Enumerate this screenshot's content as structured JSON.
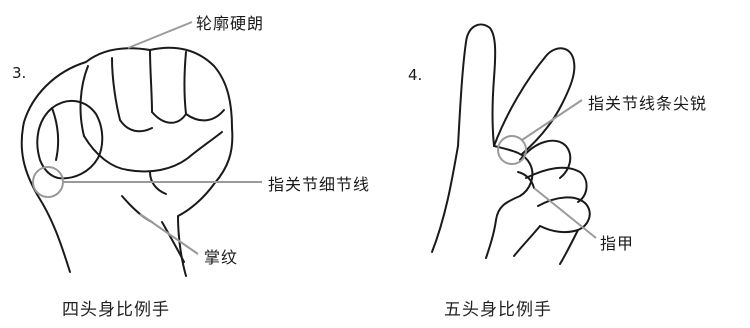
{
  "figures": [
    {
      "number": "3.",
      "caption": "四头身比例手",
      "callouts": [
        "轮廓硬朗",
        "指关节细节线",
        "掌纹"
      ]
    },
    {
      "number": "4.",
      "caption": "五头身比例手",
      "callouts": [
        "指关节线条尖锐",
        "指甲"
      ]
    }
  ],
  "colors": {
    "outline": "#1a1a1a",
    "leader": "#9a9a9a"
  }
}
